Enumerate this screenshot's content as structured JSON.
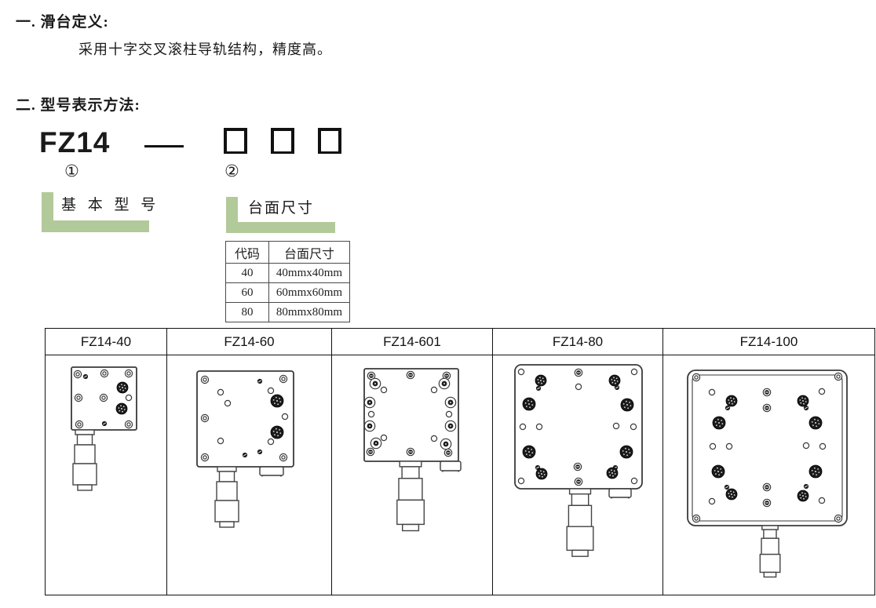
{
  "s1": {
    "heading": "一. 滑台定义:",
    "body": "采用十字交叉滚柱导轨结构，精度高。"
  },
  "s2": {
    "heading": "二. 型号表示方法:"
  },
  "model": {
    "base": "FZ14",
    "marker1": "①",
    "marker2": "②",
    "label1": "基 本 型 号",
    "label2": "台面尺寸"
  },
  "size_table": {
    "headers": [
      "代码",
      "台面尺寸"
    ],
    "rows": [
      [
        "40",
        "40mmx40mm"
      ],
      [
        "60",
        "60mmx60mm"
      ],
      [
        "80",
        "80mmx80mm"
      ]
    ]
  },
  "models_table": {
    "headers": [
      "FZ14-40",
      "FZ14-60",
      "FZ14-601",
      "FZ14-80",
      "FZ14-100"
    ]
  },
  "colors": {
    "highlight_green": "#b2c99a",
    "line": "#111111"
  }
}
